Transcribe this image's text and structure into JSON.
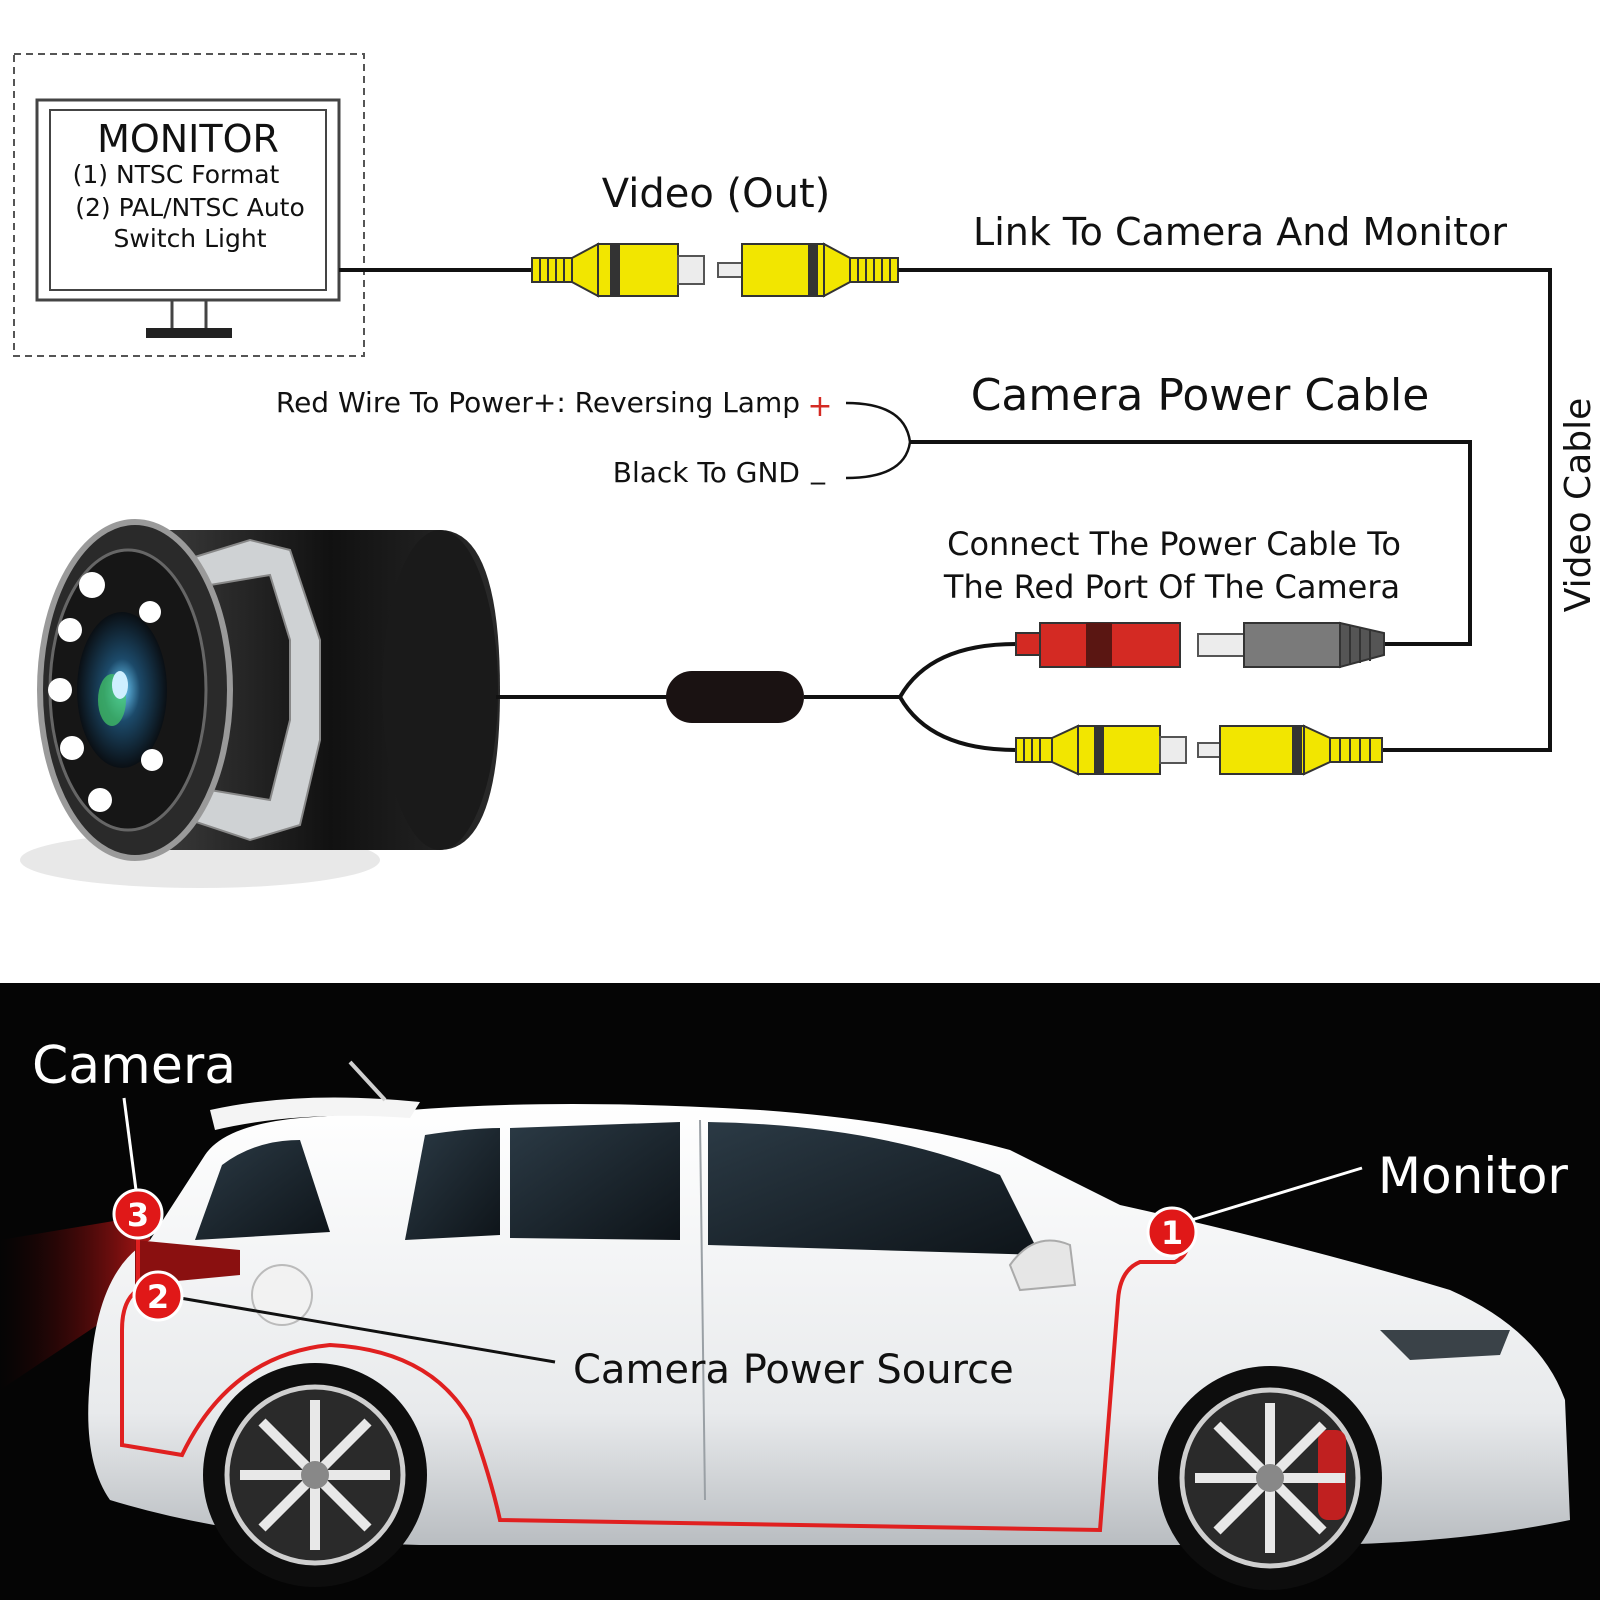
{
  "diagram": {
    "monitor_box": {
      "title": "MONITOR",
      "line1": "(1) NTSC Format",
      "line2": "(2) PAL/NTSC Auto",
      "line3": "Switch Light"
    },
    "video_out_label": "Video (Out)",
    "link_label": "Link To Camera And Monitor",
    "video_cable_label": "Video Cable",
    "power_cable_label": "Camera Power Cable",
    "red_wire_label": "Red Wire To Power+: Reversing Lamp",
    "plus_sign": "+",
    "black_wire_label": "Black To GND",
    "minus_sign": "_",
    "connect_line1": "Connect The Power Cable To",
    "connect_line2": "The Red Port Of The Camera"
  },
  "car_section": {
    "camera_label": "Camera",
    "monitor_label": "Monitor",
    "power_source_label": "Camera Power Source",
    "markers": [
      "1",
      "2",
      "3"
    ]
  },
  "colors": {
    "rca_yellow": "#f2e600",
    "rca_red": "#d42a23",
    "rca_gray": "#7a7a7a",
    "wire": "#111111",
    "marker_red": "#e01818",
    "route_red": "#e02020",
    "car_bg": "#050505"
  }
}
